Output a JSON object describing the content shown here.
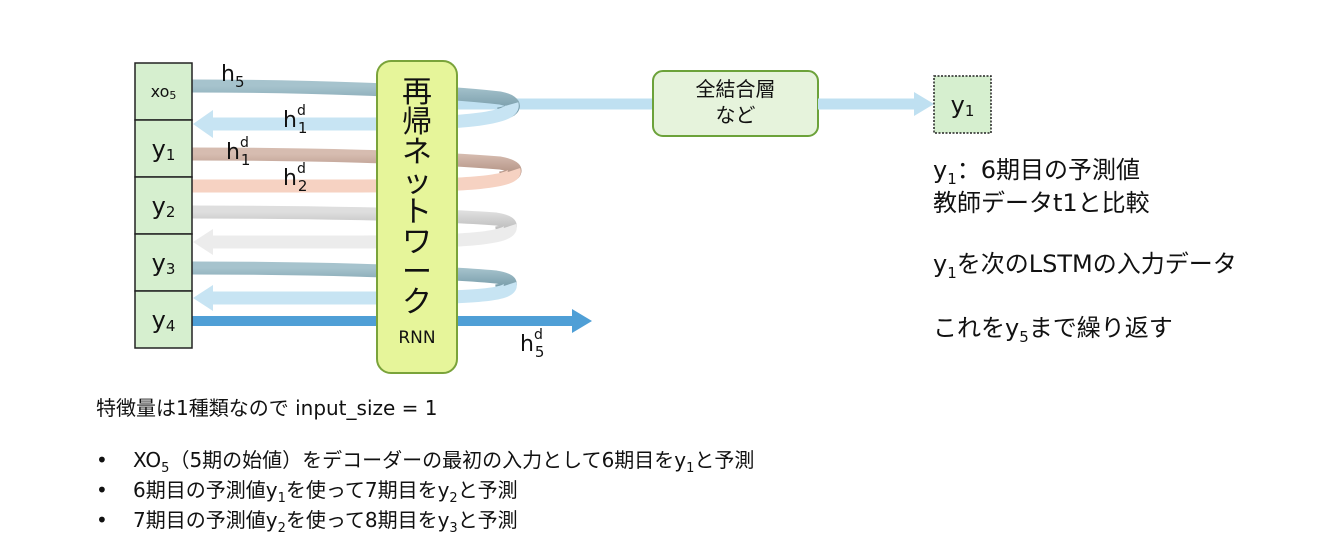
{
  "inputs": {
    "cells": [
      {
        "main": "xo",
        "sub": "5"
      },
      {
        "main": "y",
        "sub": "1"
      },
      {
        "main": "y",
        "sub": "2"
      },
      {
        "main": "y",
        "sub": "3"
      },
      {
        "main": "y",
        "sub": "4"
      }
    ]
  },
  "hidden_labels": {
    "h5": {
      "main": "h",
      "sub": "5"
    },
    "hd1_top": {
      "main": "h",
      "sup": "d",
      "sub": "1"
    },
    "hd1_mid": {
      "main": "h",
      "sup": "d",
      "sub": "1"
    },
    "hd2": {
      "main": "h",
      "sup": "d",
      "sub": "2"
    },
    "hd5": {
      "main": "h",
      "sup": "d",
      "sub": "5"
    }
  },
  "rnn": {
    "chars": [
      "再",
      "帰",
      "ネ",
      "ッ",
      "ト",
      "ワ",
      "ー",
      "ク"
    ],
    "label": "RNN"
  },
  "fc": {
    "line1": "全結合層",
    "line2": "など"
  },
  "output": {
    "main": "y",
    "sub": "1"
  },
  "notes": {
    "line1": {
      "pre": "y",
      "sub": "1",
      "text": "：6期目の予測値"
    },
    "line2": "教師データt1と比較",
    "line3": {
      "pre": "y",
      "sub": "1",
      "text": "を次のLSTMの入力データ"
    },
    "line4": {
      "pre": "これをy",
      "sub": "5",
      "text": "まで繰り返す"
    }
  },
  "feature_line": "特徴量は1種類なので input_size = 1",
  "bullets": {
    "symbol": "•",
    "b1": {
      "pre": "XO",
      "sub": "5",
      "mid": "（5期の始値）をデコーダーの最初の入力として6期目をy",
      "sub2": "1",
      "post": "と予測"
    },
    "b2": {
      "pre": "6期目の予測値y",
      "sub": "1",
      "mid": "を使って7期目をy",
      "sub2": "2",
      "post": "と予測"
    },
    "b3": {
      "pre": "7期目の予測値y",
      "sub": "2",
      "mid": "を使って8期目をy",
      "sub2": "3",
      "post": "と予測"
    }
  },
  "colors": {
    "cell_fill": "#d6efcf",
    "rnn_fill": "#e6f59a",
    "rnn_border": "#7aa33a",
    "fc_fill": "#e6f3dc",
    "fc_border": "#6ca23a",
    "flow_blue": "#bfe0f1",
    "arrow_blue": "#4f9fd6",
    "band_teal": "#8aaebb",
    "band_brown": "#c4a496",
    "band_peach": "#f6d2c2",
    "band_gray": "#cfcfcf",
    "band_light": "#ececec"
  }
}
